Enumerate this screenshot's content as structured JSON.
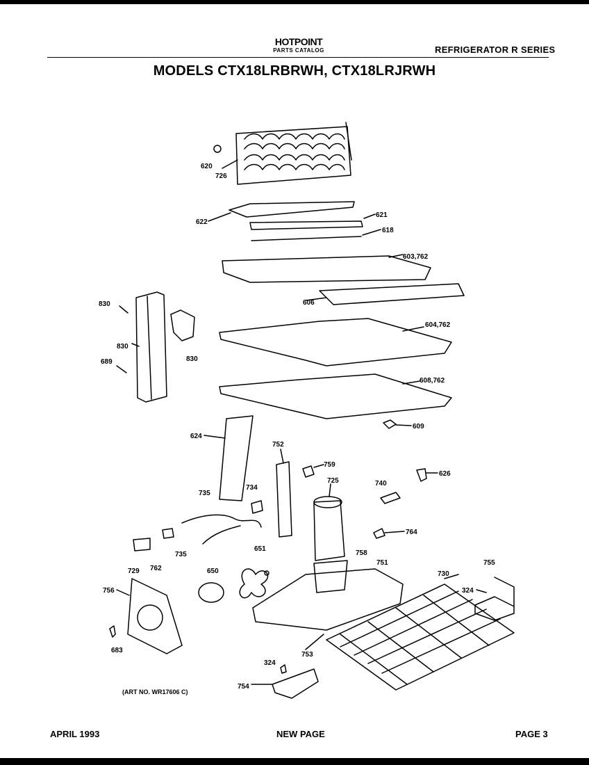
{
  "header": {
    "brand": "HOTPOINT",
    "subtitle": "PARTS CATALOG",
    "series": "REFRIGERATOR R SERIES"
  },
  "title": "MODELS CTX18LRBRWH, CTX18LRJRWH",
  "art_number": "(ART NO. WR17606 C)",
  "footer": {
    "date": "APRIL 1993",
    "center": "NEW PAGE",
    "page": "PAGE 3"
  },
  "parts": {
    "p620": "620",
    "p726": "726",
    "p622": "622",
    "p621": "621",
    "p618": "618",
    "p603_762": "603,762",
    "p606": "606",
    "p830a": "830",
    "p830b": "830",
    "p830c": "830",
    "p689": "689",
    "p604_762": "604,762",
    "p608_762": "608,762",
    "p609": "609",
    "p624": "624",
    "p752": "752",
    "p759": "759",
    "p626": "626",
    "p725": "725",
    "p740": "740",
    "p735a": "735",
    "p734": "734",
    "p764": "764",
    "p735b": "735",
    "p651": "651",
    "p758": "758",
    "p751": "751",
    "p729": "729",
    "p762": "762",
    "p650": "650",
    "p730": "730",
    "p755": "755",
    "p324a": "324",
    "p756": "756",
    "p683": "683",
    "p753": "753",
    "p324b": "324",
    "p754": "754"
  }
}
